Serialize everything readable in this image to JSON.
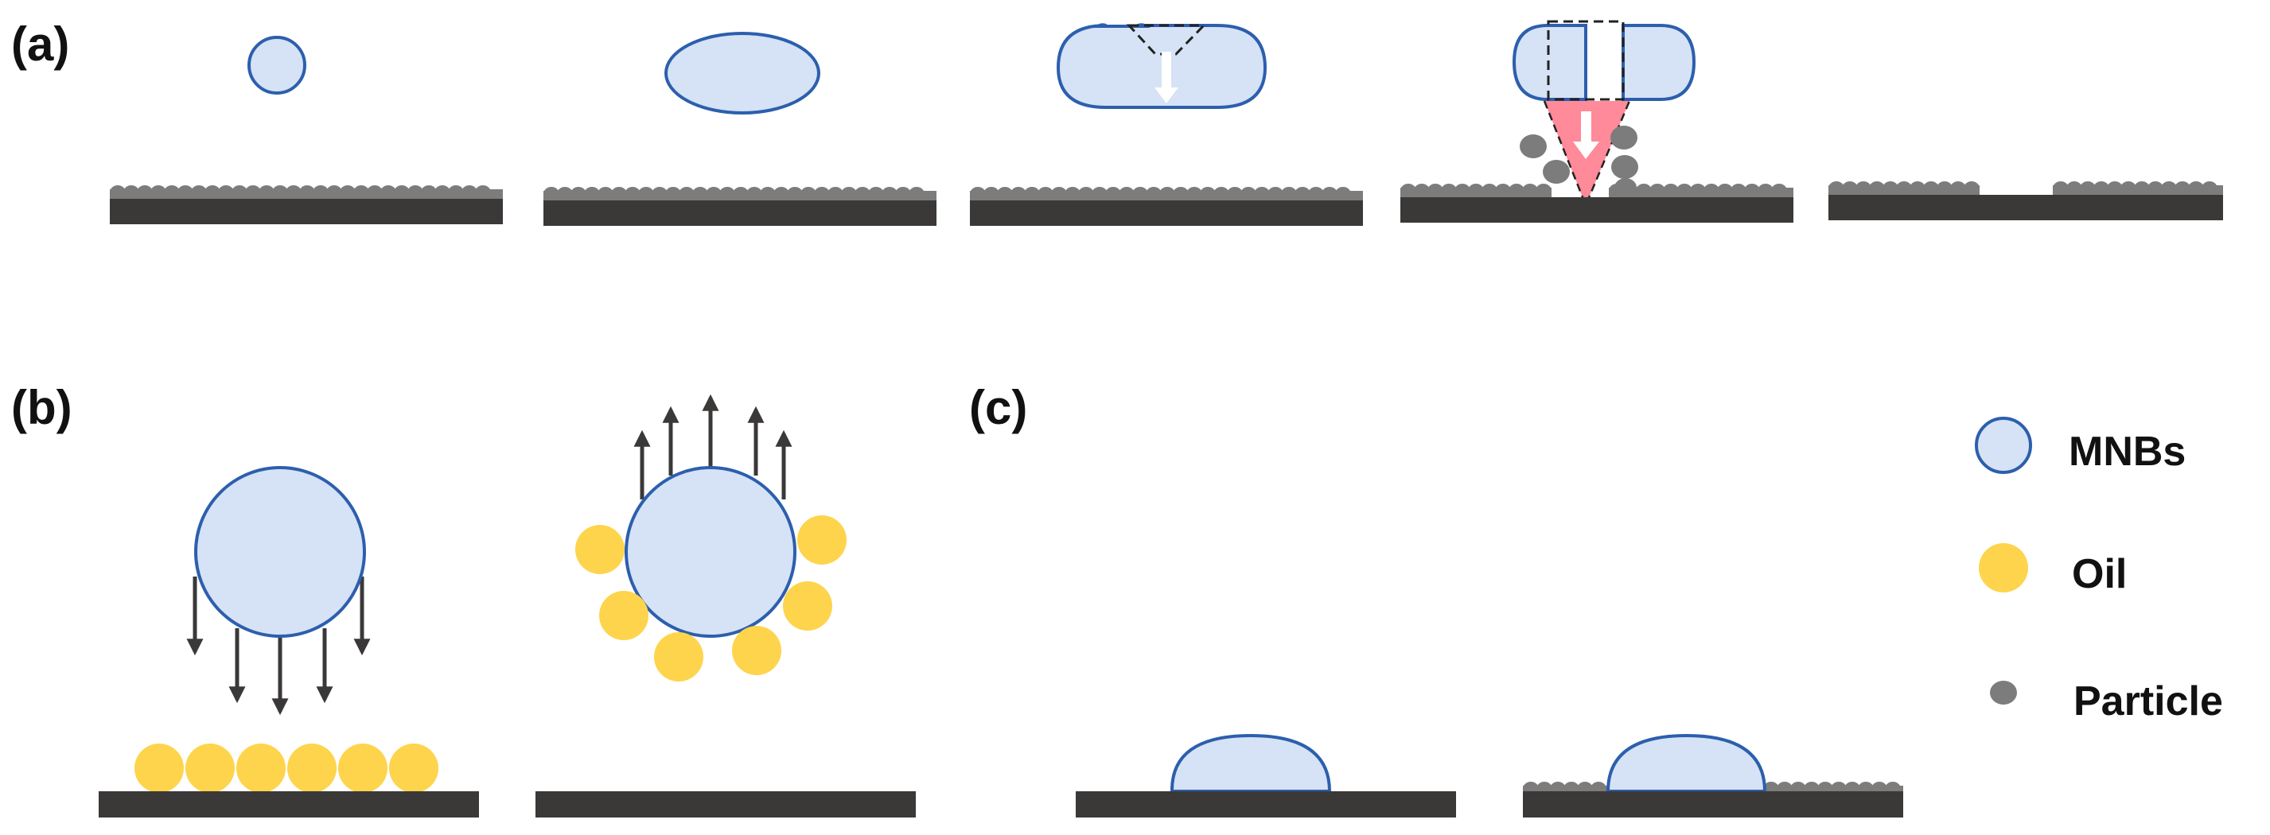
{
  "panels": {
    "a": {
      "label": "(a)"
    },
    "b": {
      "label": "(b)"
    },
    "c": {
      "label": "(c)"
    }
  },
  "legend": {
    "mnbs": {
      "label": "MNBs"
    },
    "oil": {
      "label": "Oil"
    },
    "particle": {
      "label": "Particle"
    }
  },
  "colors": {
    "bubble_fill": "#d6e2f5",
    "bubble_stroke": "#2c5fad",
    "oil": "#fed44c",
    "particle": "#7c7c7c",
    "substrate": "#3b3838",
    "jet": "#ff8a99",
    "arrow": "#3b3838",
    "white_arrow": "#ffffff"
  }
}
